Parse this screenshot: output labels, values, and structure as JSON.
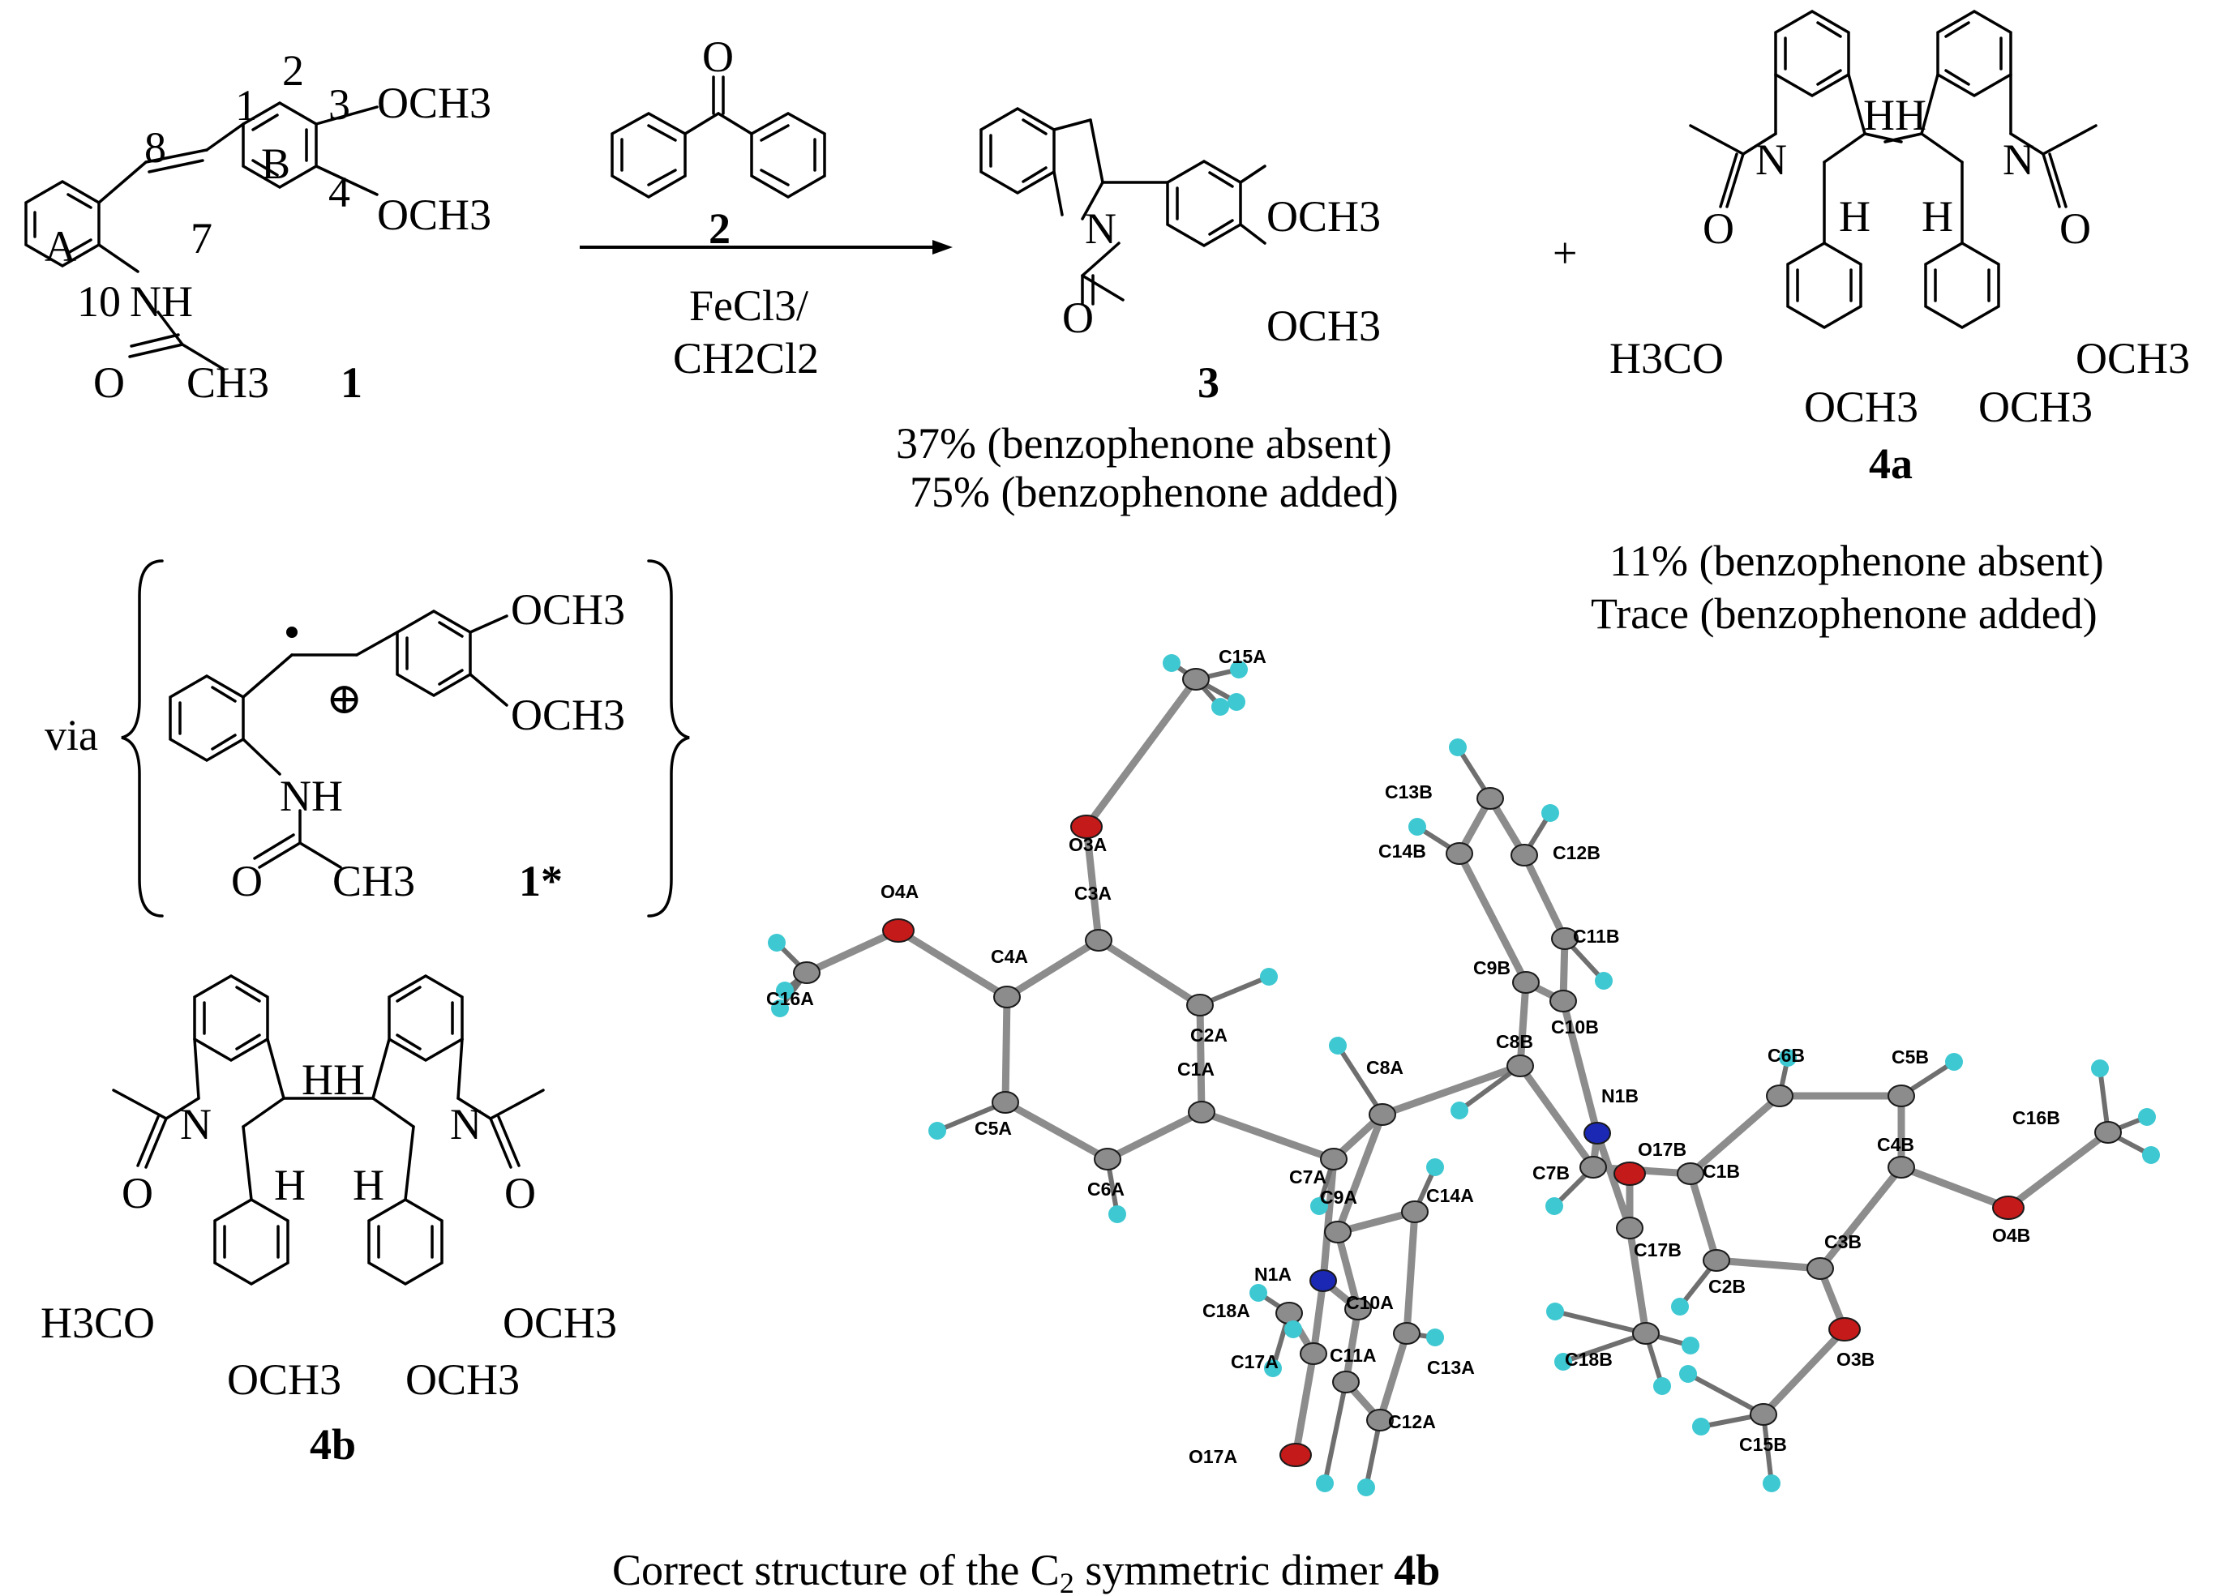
{
  "reactant": {
    "compound_label": "1",
    "ring_a": "A",
    "ring_b": "B",
    "numbering": [
      "1",
      "2",
      "3",
      "4",
      "7",
      "8",
      "10"
    ],
    "substituents": [
      "OCH3",
      "OCH3"
    ],
    "amide": [
      "NH",
      "O",
      "CH3"
    ]
  },
  "reagent": {
    "compound_label": "2",
    "conditions_line1": "FeCl3/",
    "conditions_line2": "CH2Cl2"
  },
  "product_3": {
    "compound_label": "3",
    "substituents": [
      "OCH3",
      "OCH3"
    ],
    "atoms": [
      "N",
      "O"
    ],
    "yield_absent": "37% (benzophenone absent)",
    "yield_added": "75% (benzophenone added)"
  },
  "plus_sign": "+",
  "product_4a": {
    "compound_label": "4a",
    "hydrogens": [
      "HH",
      "H",
      "H"
    ],
    "substituents": [
      "H3CO",
      "OCH3",
      "OCH3",
      "OCH3"
    ],
    "yield_absent": "11% (benzophenone absent)",
    "yield_added": "Trace (benzophenone added)"
  },
  "intermediate": {
    "prefix": "via",
    "compound_label": "1*",
    "substituents": [
      "OCH3",
      "OCH3"
    ],
    "charge_symbol": "⊕",
    "amide": [
      "NH",
      "O",
      "CH3"
    ]
  },
  "product_4b": {
    "compound_label": "4b",
    "hydrogens": [
      "HH",
      "H",
      "H"
    ],
    "substituents": [
      "H3CO",
      "OCH3",
      "OCH3",
      "OCH3"
    ]
  },
  "crystal_structure": {
    "atom_labels": [
      "C15A",
      "O3A",
      "O4A",
      "C3A",
      "C16A",
      "C4A",
      "C2A",
      "C1A",
      "C5A",
      "C6A",
      "C8A",
      "C7A",
      "C9A",
      "C14A",
      "N1A",
      "C18A",
      "C10A",
      "C13A",
      "C17A",
      "C11A",
      "C12A",
      "O17A",
      "C13B",
      "C12B",
      "C14B",
      "C11B",
      "C9B",
      "C10B",
      "C8B",
      "N1B",
      "C7B",
      "O17B",
      "C1B",
      "C6B",
      "C5B",
      "C16B",
      "C4B",
      "O4B",
      "C17B",
      "C2B",
      "C3B",
      "C18B",
      "O3B",
      "C15B"
    ],
    "atom_colors": {
      "carbon": "#8c8c8c",
      "oxygen": "#c41a1a",
      "nitrogen": "#1a28b4",
      "hydrogen": "#3ec8d2"
    },
    "caption_prefix": "Correct structure of the C",
    "caption_subscript": "2",
    "caption_middle": " symmetric dimer ",
    "caption_compound": "4b"
  }
}
